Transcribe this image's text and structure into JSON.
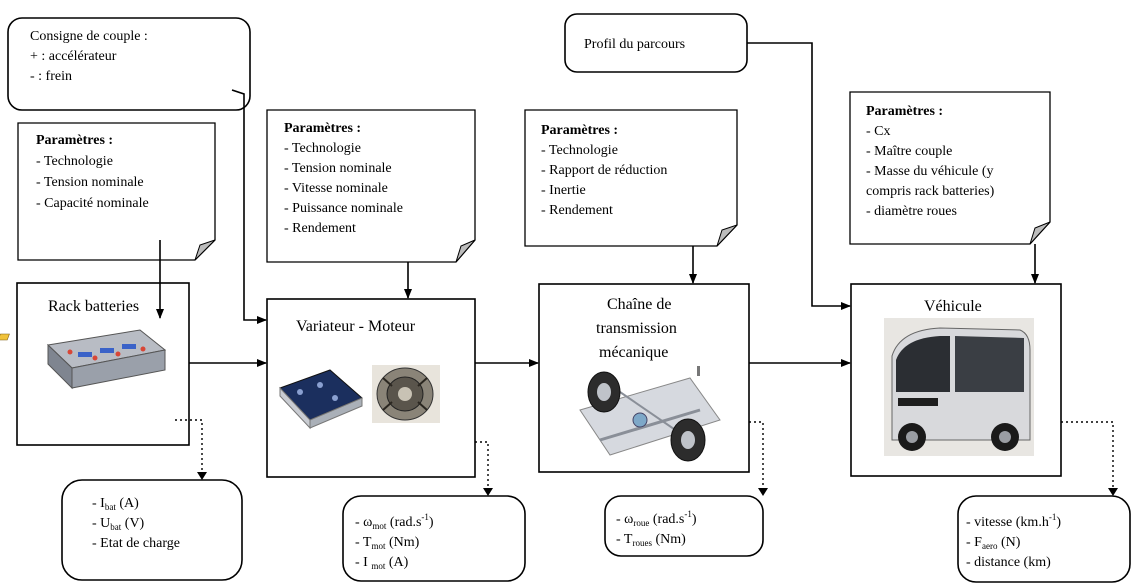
{
  "consigne": {
    "title": "Consigne de couple :",
    "line1": "+ : accélérateur",
    "line2": "- : frein"
  },
  "profil": {
    "label": "Profil du parcours"
  },
  "params_battery": {
    "header": "Paramètres :",
    "items": [
      "- Technologie",
      "- Tension nominale",
      "- Capacité nominale"
    ]
  },
  "params_motor": {
    "header": "Paramètres :",
    "items": [
      "- Technologie",
      "- Tension nominale",
      "- Vitesse nominale",
      "- Puissance nominale",
      "- Rendement"
    ]
  },
  "params_trans": {
    "header": "Paramètres :",
    "items": [
      "- Technologie",
      "- Rapport de réduction",
      "- Inertie",
      "- Rendement"
    ]
  },
  "params_vehicle": {
    "header": "Paramètres :",
    "items": [
      "- Cx",
      "- Maître couple",
      "- Masse du véhicule (y",
      "compris rack batteries)",
      "- diamètre roues"
    ]
  },
  "blocks": {
    "battery": "Rack batteries",
    "motor": "Variateur - Moteur",
    "trans_line1": "Chaîne de",
    "trans_line2": "transmission",
    "trans_line3": "mécanique",
    "vehicle": "Véhicule"
  },
  "out_battery": {
    "l1_pre": "- I",
    "l1_sub": "bat",
    "l1_post": " (A)",
    "l2_pre": "- U",
    "l2_sub": "bat",
    "l2_post": " (V)",
    "l3": "- Etat de charge"
  },
  "out_motor": {
    "l1_pre": "- ω",
    "l1_sub": "mot",
    "l1_post": " (rad.s",
    "l1_sup": "-1",
    "l1_end": ")",
    "l2_pre": "- T",
    "l2_sub": "mot",
    "l2_post": " (Nm)",
    "l3_pre": "- I ",
    "l3_sub": "mot",
    "l3_post": " (A)"
  },
  "out_trans": {
    "l1_pre": "-  ω",
    "l1_sub": "roue",
    "l1_post": " (rad.s",
    "l1_sup": "-1",
    "l1_end": ")",
    "l2_pre": "- T",
    "l2_sub": "roues",
    "l2_post": " (Nm)"
  },
  "out_vehicle": {
    "l1_pre": "- vitesse (km.h",
    "l1_sup": "-1",
    "l1_end": ")",
    "l2_pre": "- F",
    "l2_sub": "aero",
    "l2_post": " (N)",
    "l3": "- distance (km)"
  }
}
